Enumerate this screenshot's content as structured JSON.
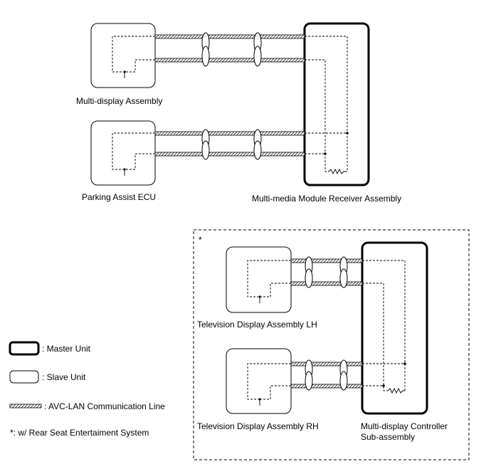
{
  "diagram": {
    "main": {
      "slave_top_label": "Multi-display Assembly",
      "slave_bottom_label": "Parking Assist ECU",
      "master_label": "Multi-media Module Receiver Assembly"
    },
    "rse": {
      "marker": "*",
      "slave_top_label": "Television Display Assembly LH",
      "slave_bottom_label": "Television Display Assembly RH",
      "master_label_line1": "Multi-display Controller",
      "master_label_line2": "Sub-assembly"
    },
    "legend": {
      "master": ": Master Unit",
      "slave": ": Slave Unit",
      "line": ": AVC-LAN Communication Line",
      "note": "*: w/ Rear Seat Entertaiment System"
    }
  }
}
